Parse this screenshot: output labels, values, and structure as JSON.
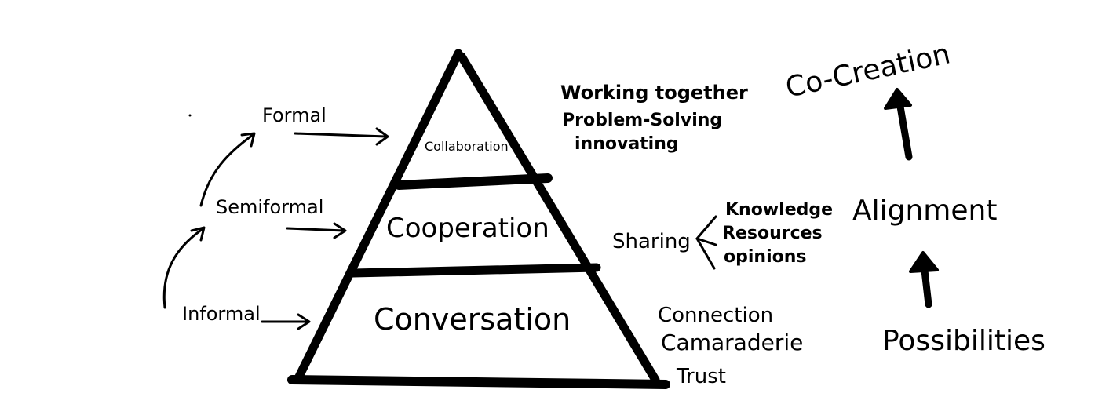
{
  "diagram": {
    "pyramid": {
      "levels": [
        {
          "label": "Collaboration"
        },
        {
          "label": "Cooperation"
        },
        {
          "label": "Conversation"
        }
      ]
    },
    "formality": {
      "levels": [
        "Formal",
        "Semiformal",
        "Informal"
      ]
    },
    "descriptors": {
      "collaboration": [
        "Working together",
        "Problem-Solving",
        "innovating"
      ],
      "cooperation": {
        "heading": "Sharing",
        "items": [
          "Knowledge",
          "Resources",
          "opinions"
        ]
      },
      "conversation": [
        "Connection",
        "Camaraderie",
        "Trust"
      ]
    },
    "progression": [
      "Co-Creation",
      "Alignment",
      "Possibilities"
    ],
    "colors": {
      "ink": "#000000",
      "background": "#ffffff"
    }
  }
}
